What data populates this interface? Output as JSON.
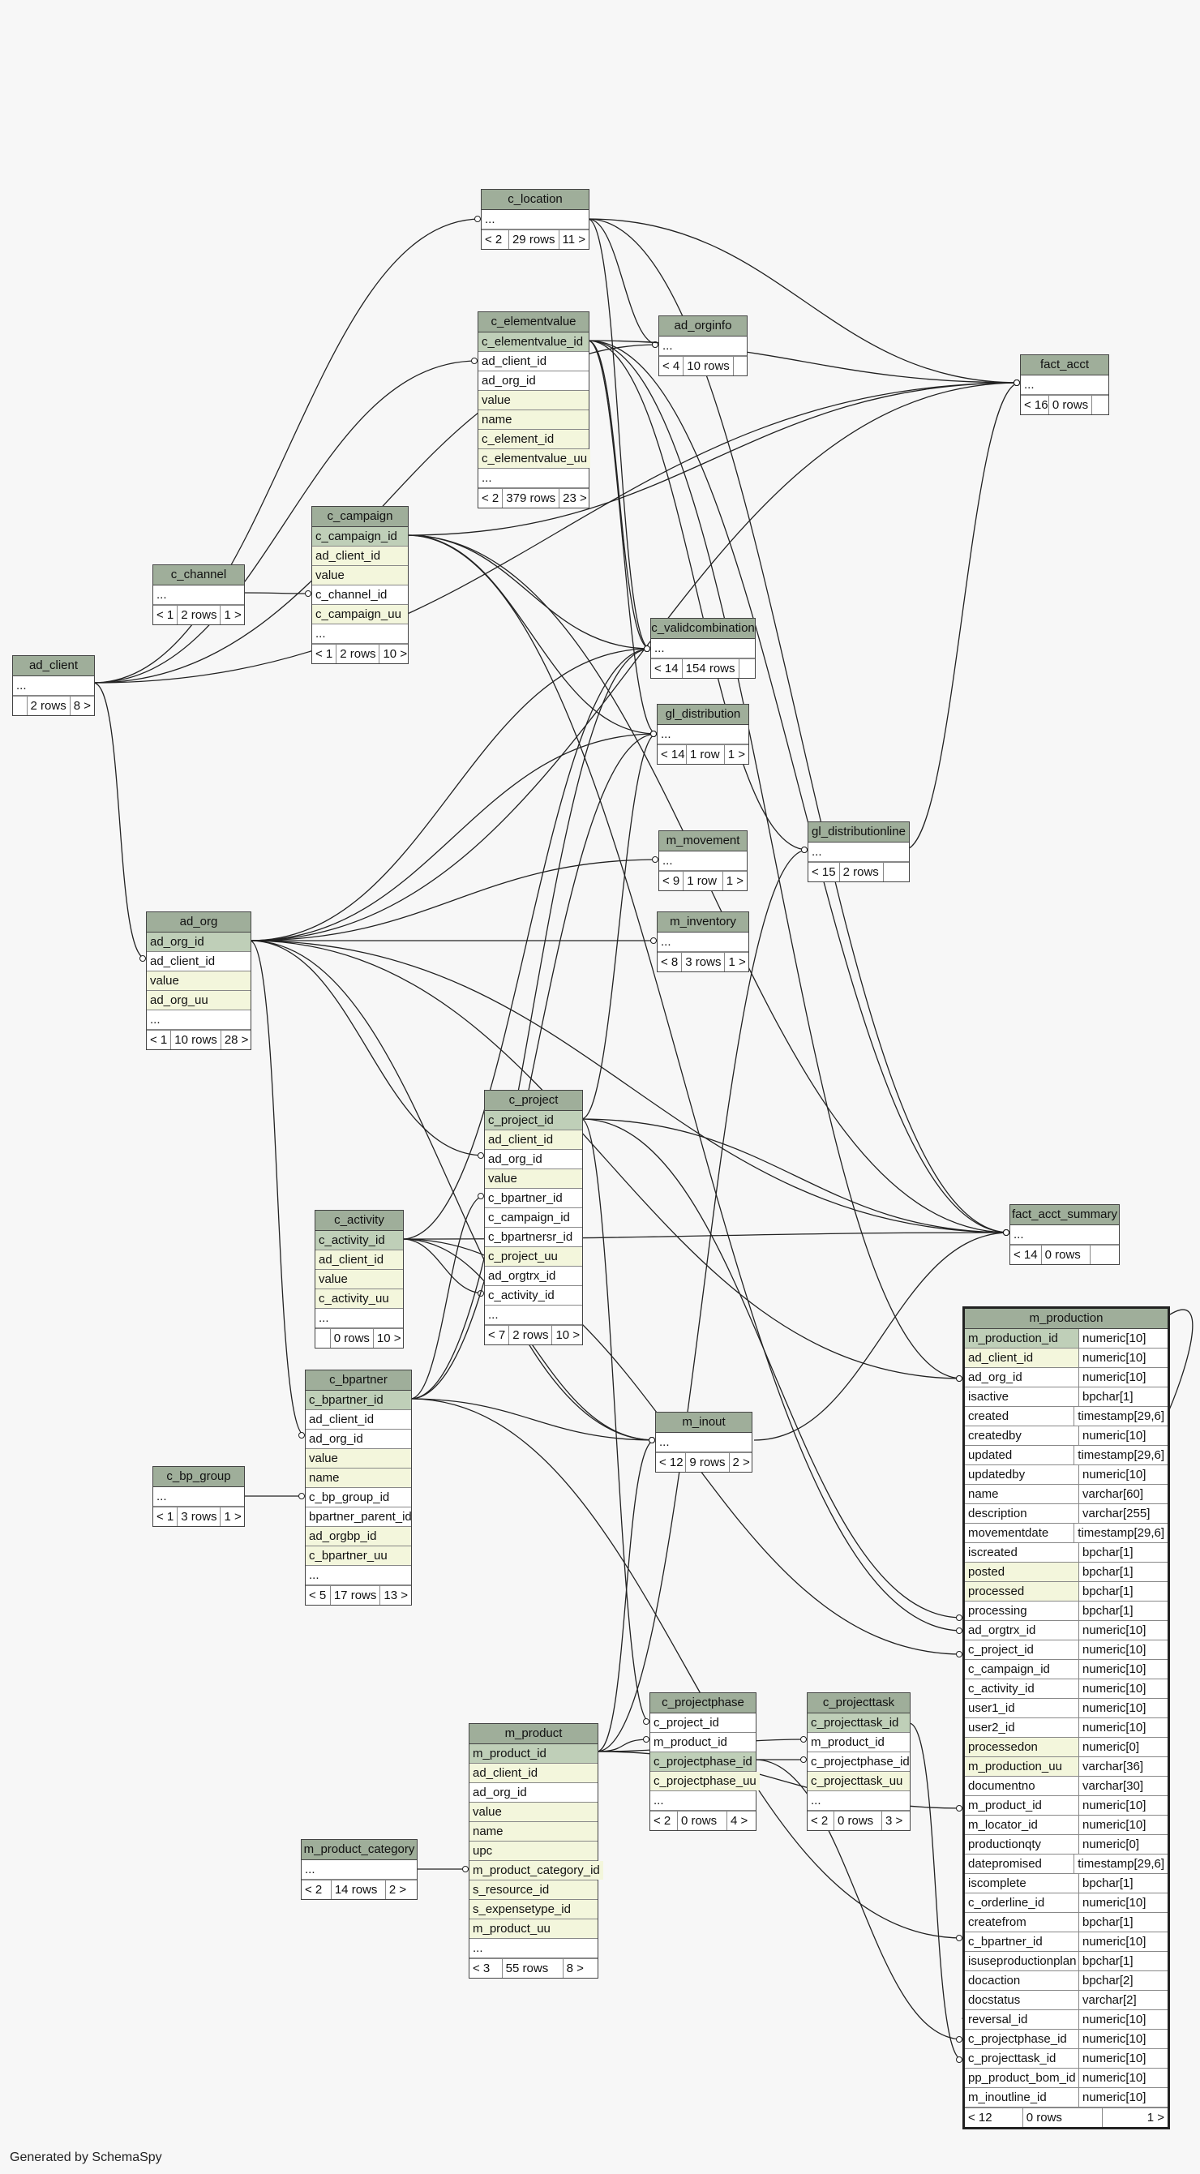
{
  "footer": "Generated by SchemaSpy",
  "tables": [
    {
      "id": "c_location",
      "name": "c_location",
      "cols": [
        {
          "name": "...",
          "kind": "plain"
        }
      ],
      "footer": [
        "< 2",
        "29 rows",
        "11 >"
      ]
    },
    {
      "id": "c_elementvalue",
      "name": "c_elementvalue",
      "cols": [
        {
          "name": "c_elementvalue_id",
          "kind": "pk"
        },
        {
          "name": "ad_client_id",
          "kind": "plain"
        },
        {
          "name": "ad_org_id",
          "kind": "plain"
        },
        {
          "name": "value",
          "kind": "fk"
        },
        {
          "name": "name",
          "kind": "fk"
        },
        {
          "name": "c_element_id",
          "kind": "fk"
        },
        {
          "name": "c_elementvalue_uu",
          "kind": "fk"
        },
        {
          "name": "...",
          "kind": "plain"
        }
      ],
      "footer": [
        "< 2",
        "379 rows",
        "23 >"
      ]
    },
    {
      "id": "ad_orginfo",
      "name": "ad_orginfo",
      "cols": [
        {
          "name": "...",
          "kind": "plain"
        }
      ],
      "footer": [
        "< 4",
        "10 rows",
        ""
      ]
    },
    {
      "id": "fact_acct",
      "name": "fact_acct",
      "cols": [
        {
          "name": "...",
          "kind": "plain"
        }
      ],
      "footer": [
        "< 16",
        "0 rows",
        ""
      ]
    },
    {
      "id": "c_campaign",
      "name": "c_campaign",
      "cols": [
        {
          "name": "c_campaign_id",
          "kind": "pk"
        },
        {
          "name": "ad_client_id",
          "kind": "fk"
        },
        {
          "name": "value",
          "kind": "fk"
        },
        {
          "name": "c_channel_id",
          "kind": "plain"
        },
        {
          "name": "c_campaign_uu",
          "kind": "fk"
        },
        {
          "name": "...",
          "kind": "plain"
        }
      ],
      "footer": [
        "< 1",
        "2 rows",
        "10 >"
      ]
    },
    {
      "id": "c_channel",
      "name": "c_channel",
      "cols": [
        {
          "name": "...",
          "kind": "plain"
        }
      ],
      "footer": [
        "< 1",
        "2 rows",
        "1 >"
      ]
    },
    {
      "id": "ad_client",
      "name": "ad_client",
      "cols": [
        {
          "name": "...",
          "kind": "plain"
        }
      ],
      "footer": [
        "",
        "2 rows",
        "8 >"
      ]
    },
    {
      "id": "c_validcombination",
      "name": "c_validcombination",
      "cols": [
        {
          "name": "...",
          "kind": "plain"
        }
      ],
      "footer": [
        "< 14",
        "154 rows",
        ""
      ]
    },
    {
      "id": "gl_distribution",
      "name": "gl_distribution",
      "cols": [
        {
          "name": "...",
          "kind": "plain"
        }
      ],
      "footer": [
        "< 14",
        "1 row",
        "1 >"
      ]
    },
    {
      "id": "gl_distributionline",
      "name": "gl_distributionline",
      "cols": [
        {
          "name": "...",
          "kind": "plain"
        }
      ],
      "footer": [
        "< 15",
        "2 rows",
        ""
      ]
    },
    {
      "id": "m_movement",
      "name": "m_movement",
      "cols": [
        {
          "name": "...",
          "kind": "plain"
        }
      ],
      "footer": [
        "< 9",
        "1 row",
        "1 >"
      ]
    },
    {
      "id": "m_inventory",
      "name": "m_inventory",
      "cols": [
        {
          "name": "...",
          "kind": "plain"
        }
      ],
      "footer": [
        "< 8",
        "3 rows",
        "1 >"
      ]
    },
    {
      "id": "ad_org",
      "name": "ad_org",
      "cols": [
        {
          "name": "ad_org_id",
          "kind": "pk"
        },
        {
          "name": "ad_client_id",
          "kind": "plain"
        },
        {
          "name": "value",
          "kind": "fk"
        },
        {
          "name": "ad_org_uu",
          "kind": "fk"
        },
        {
          "name": "...",
          "kind": "plain"
        }
      ],
      "footer": [
        "< 1",
        "10 rows",
        "28 >"
      ]
    },
    {
      "id": "c_project",
      "name": "c_project",
      "cols": [
        {
          "name": "c_project_id",
          "kind": "pk"
        },
        {
          "name": "ad_client_id",
          "kind": "fk"
        },
        {
          "name": "ad_org_id",
          "kind": "plain"
        },
        {
          "name": "value",
          "kind": "fk"
        },
        {
          "name": "c_bpartner_id",
          "kind": "plain"
        },
        {
          "name": "c_campaign_id",
          "kind": "plain"
        },
        {
          "name": "c_bpartnersr_id",
          "kind": "plain"
        },
        {
          "name": "c_project_uu",
          "kind": "fk"
        },
        {
          "name": "ad_orgtrx_id",
          "kind": "plain"
        },
        {
          "name": "c_activity_id",
          "kind": "plain"
        },
        {
          "name": "...",
          "kind": "plain"
        }
      ],
      "footer": [
        "< 7",
        "2 rows",
        "10 >"
      ]
    },
    {
      "id": "c_activity",
      "name": "c_activity",
      "cols": [
        {
          "name": "c_activity_id",
          "kind": "pk"
        },
        {
          "name": "ad_client_id",
          "kind": "fk"
        },
        {
          "name": "value",
          "kind": "fk"
        },
        {
          "name": "c_activity_uu",
          "kind": "fk"
        },
        {
          "name": "...",
          "kind": "plain"
        }
      ],
      "footer": [
        "",
        "0 rows",
        "10 >"
      ]
    },
    {
      "id": "fact_acct_summary",
      "name": "fact_acct_summary",
      "cols": [
        {
          "name": "...",
          "kind": "plain"
        }
      ],
      "footer": [
        "< 14",
        "0 rows",
        ""
      ]
    },
    {
      "id": "c_bpartner",
      "name": "c_bpartner",
      "cols": [
        {
          "name": "c_bpartner_id",
          "kind": "pk"
        },
        {
          "name": "ad_client_id",
          "kind": "plain"
        },
        {
          "name": "ad_org_id",
          "kind": "plain"
        },
        {
          "name": "value",
          "kind": "fk"
        },
        {
          "name": "name",
          "kind": "fk"
        },
        {
          "name": "c_bp_group_id",
          "kind": "plain"
        },
        {
          "name": "bpartner_parent_id",
          "kind": "plain"
        },
        {
          "name": "ad_orgbp_id",
          "kind": "fk"
        },
        {
          "name": "c_bpartner_uu",
          "kind": "fk"
        },
        {
          "name": "...",
          "kind": "plain"
        }
      ],
      "footer": [
        "< 5",
        "17 rows",
        "13 >"
      ]
    },
    {
      "id": "c_bp_group",
      "name": "c_bp_group",
      "cols": [
        {
          "name": "...",
          "kind": "plain"
        }
      ],
      "footer": [
        "< 1",
        "3 rows",
        "1 >"
      ]
    },
    {
      "id": "m_inout",
      "name": "m_inout",
      "cols": [
        {
          "name": "...",
          "kind": "plain"
        }
      ],
      "footer": [
        "< 12",
        "9 rows",
        "2 >"
      ]
    },
    {
      "id": "c_projectphase",
      "name": "c_projectphase",
      "cols": [
        {
          "name": "c_project_id",
          "kind": "plain"
        },
        {
          "name": "m_product_id",
          "kind": "plain"
        },
        {
          "name": "c_projectphase_id",
          "kind": "pk"
        },
        {
          "name": "c_projectphase_uu",
          "kind": "fk"
        },
        {
          "name": "...",
          "kind": "plain"
        }
      ],
      "footer": [
        "< 2",
        "0 rows",
        "4 >"
      ]
    },
    {
      "id": "c_projecttask",
      "name": "c_projecttask",
      "cols": [
        {
          "name": "c_projecttask_id",
          "kind": "pk"
        },
        {
          "name": "m_product_id",
          "kind": "plain"
        },
        {
          "name": "c_projectphase_id",
          "kind": "plain"
        },
        {
          "name": "c_projecttask_uu",
          "kind": "fk"
        },
        {
          "name": "...",
          "kind": "plain"
        }
      ],
      "footer": [
        "< 2",
        "0 rows",
        "3 >"
      ]
    },
    {
      "id": "m_product",
      "name": "m_product",
      "cols": [
        {
          "name": "m_product_id",
          "kind": "pk"
        },
        {
          "name": "ad_client_id",
          "kind": "fk"
        },
        {
          "name": "ad_org_id",
          "kind": "plain"
        },
        {
          "name": "value",
          "kind": "fk"
        },
        {
          "name": "name",
          "kind": "fk"
        },
        {
          "name": "upc",
          "kind": "fk"
        },
        {
          "name": "m_product_category_id",
          "kind": "fk"
        },
        {
          "name": "s_resource_id",
          "kind": "fk"
        },
        {
          "name": "s_expensetype_id",
          "kind": "fk"
        },
        {
          "name": "m_product_uu",
          "kind": "fk"
        },
        {
          "name": "...",
          "kind": "plain"
        }
      ],
      "footer": [
        "< 3",
        "55 rows",
        "8 >"
      ]
    },
    {
      "id": "m_product_category",
      "name": "m_product_category",
      "cols": [
        {
          "name": "...",
          "kind": "plain"
        }
      ],
      "footer": [
        "< 2",
        "14 rows",
        "2 >"
      ]
    },
    {
      "id": "m_production",
      "name": "m_production",
      "main": true,
      "cols": [
        {
          "name": "m_production_id",
          "type": "numeric[10]",
          "kind": "pk"
        },
        {
          "name": "ad_client_id",
          "type": "numeric[10]",
          "kind": "fk"
        },
        {
          "name": "ad_org_id",
          "type": "numeric[10]",
          "kind": "plain"
        },
        {
          "name": "isactive",
          "type": "bpchar[1]",
          "kind": "plain"
        },
        {
          "name": "created",
          "type": "timestamp[29,6]",
          "kind": "plain"
        },
        {
          "name": "createdby",
          "type": "numeric[10]",
          "kind": "plain"
        },
        {
          "name": "updated",
          "type": "timestamp[29,6]",
          "kind": "plain"
        },
        {
          "name": "updatedby",
          "type": "numeric[10]",
          "kind": "plain"
        },
        {
          "name": "name",
          "type": "varchar[60]",
          "kind": "plain"
        },
        {
          "name": "description",
          "type": "varchar[255]",
          "kind": "plain"
        },
        {
          "name": "movementdate",
          "type": "timestamp[29,6]",
          "kind": "plain"
        },
        {
          "name": "iscreated",
          "type": "bpchar[1]",
          "kind": "plain"
        },
        {
          "name": "posted",
          "type": "bpchar[1]",
          "kind": "fk"
        },
        {
          "name": "processed",
          "type": "bpchar[1]",
          "kind": "fk"
        },
        {
          "name": "processing",
          "type": "bpchar[1]",
          "kind": "plain"
        },
        {
          "name": "ad_orgtrx_id",
          "type": "numeric[10]",
          "kind": "plain"
        },
        {
          "name": "c_project_id",
          "type": "numeric[10]",
          "kind": "plain"
        },
        {
          "name": "c_campaign_id",
          "type": "numeric[10]",
          "kind": "plain"
        },
        {
          "name": "c_activity_id",
          "type": "numeric[10]",
          "kind": "plain"
        },
        {
          "name": "user1_id",
          "type": "numeric[10]",
          "kind": "plain"
        },
        {
          "name": "user2_id",
          "type": "numeric[10]",
          "kind": "plain"
        },
        {
          "name": "processedon",
          "type": "numeric[0]",
          "kind": "fk"
        },
        {
          "name": "m_production_uu",
          "type": "varchar[36]",
          "kind": "fk"
        },
        {
          "name": "documentno",
          "type": "varchar[30]",
          "kind": "plain"
        },
        {
          "name": "m_product_id",
          "type": "numeric[10]",
          "kind": "plain"
        },
        {
          "name": "m_locator_id",
          "type": "numeric[10]",
          "kind": "plain"
        },
        {
          "name": "productionqty",
          "type": "numeric[0]",
          "kind": "plain"
        },
        {
          "name": "datepromised",
          "type": "timestamp[29,6]",
          "kind": "plain"
        },
        {
          "name": "iscomplete",
          "type": "bpchar[1]",
          "kind": "plain"
        },
        {
          "name": "c_orderline_id",
          "type": "numeric[10]",
          "kind": "plain"
        },
        {
          "name": "createfrom",
          "type": "bpchar[1]",
          "kind": "plain"
        },
        {
          "name": "c_bpartner_id",
          "type": "numeric[10]",
          "kind": "plain"
        },
        {
          "name": "isuseproductionplan",
          "type": "bpchar[1]",
          "kind": "plain"
        },
        {
          "name": "docaction",
          "type": "bpchar[2]",
          "kind": "plain"
        },
        {
          "name": "docstatus",
          "type": "varchar[2]",
          "kind": "plain"
        },
        {
          "name": "reversal_id",
          "type": "numeric[10]",
          "kind": "plain"
        },
        {
          "name": "c_projectphase_id",
          "type": "numeric[10]",
          "kind": "plain"
        },
        {
          "name": "c_projecttask_id",
          "type": "numeric[10]",
          "kind": "plain"
        },
        {
          "name": "pp_product_bom_id",
          "type": "numeric[10]",
          "kind": "plain"
        },
        {
          "name": "m_inoutline_id",
          "type": "numeric[10]",
          "kind": "plain"
        }
      ],
      "footer": [
        "< 12",
        "0 rows",
        "1 >"
      ]
    }
  ]
}
